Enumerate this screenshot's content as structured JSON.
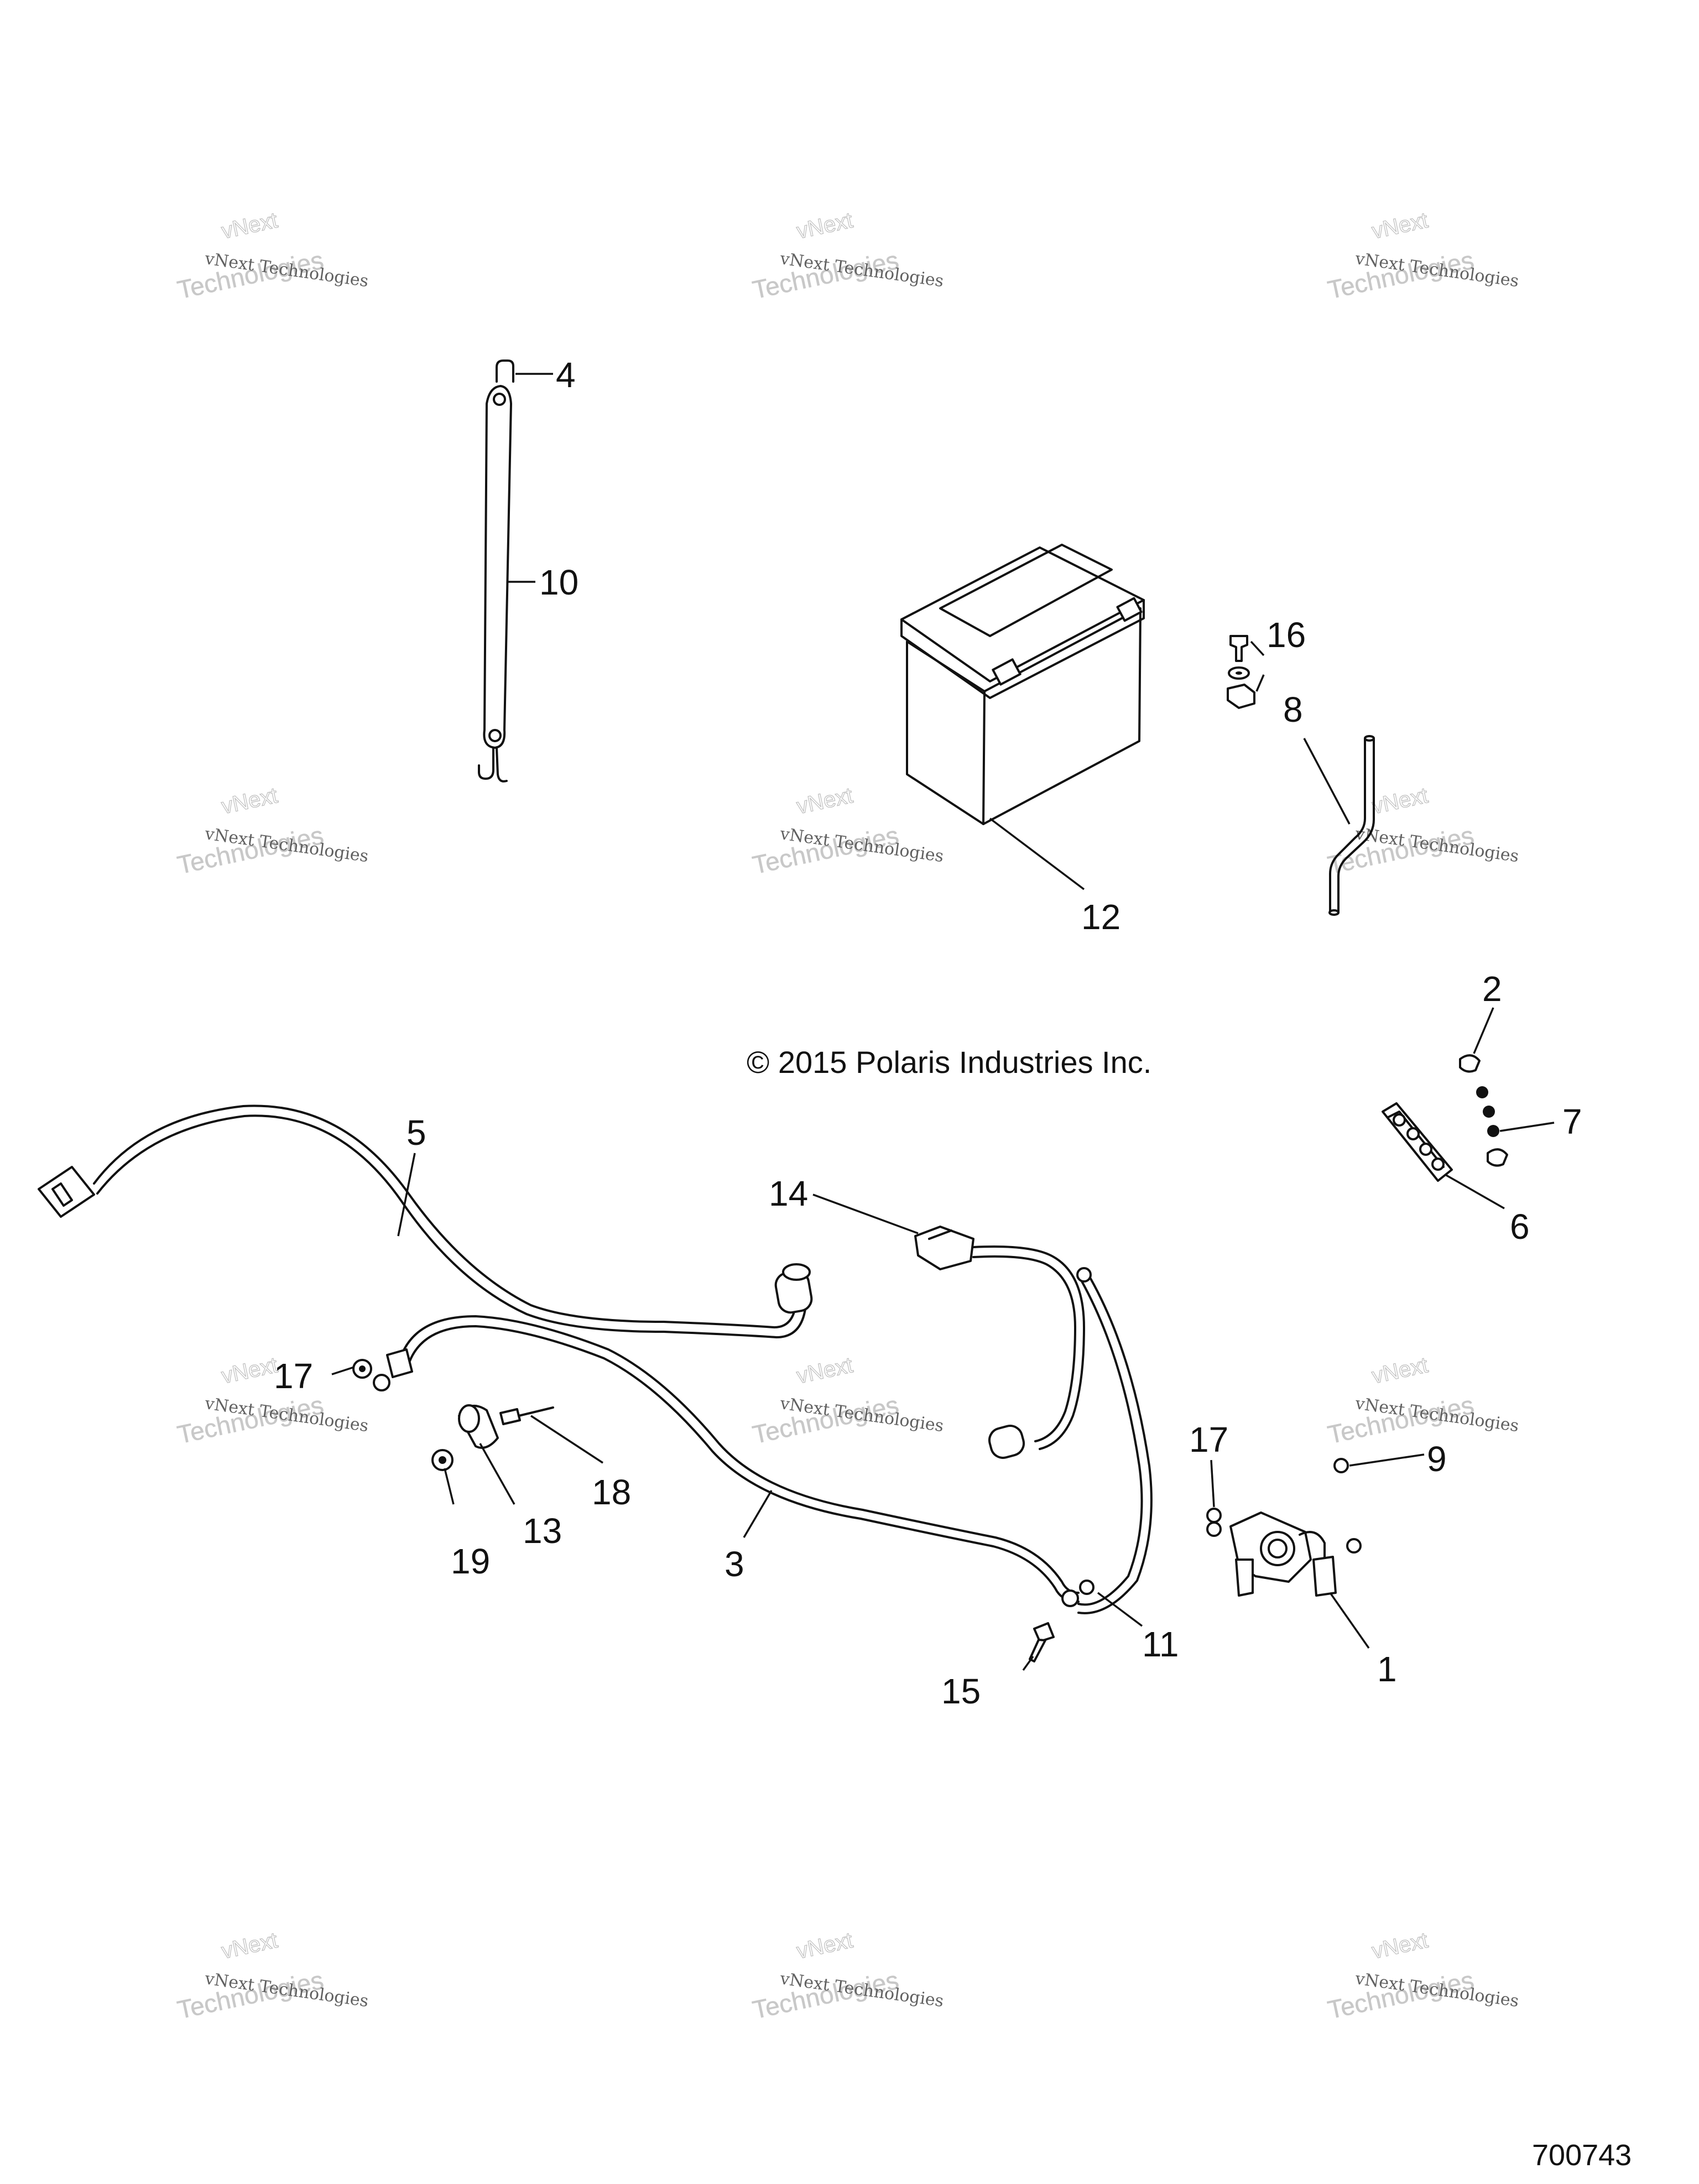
{
  "copyright": "© 2015 Polaris Industries Inc.",
  "document_number": "700743",
  "watermark": {
    "line1": "vNext Technologies",
    "line2": "Technologies",
    "line0": "vNext"
  },
  "callouts": {
    "c1": "1",
    "c2": "2",
    "c3": "3",
    "c4": "4",
    "c5": "5",
    "c6": "6",
    "c7": "7",
    "c8": "8",
    "c9": "9",
    "c10": "10",
    "c11": "11",
    "c12": "12",
    "c13": "13",
    "c14": "14",
    "c15": "15",
    "c16": "16",
    "c17a": "17",
    "c17b": "17",
    "c18": "18",
    "c19": "19"
  }
}
